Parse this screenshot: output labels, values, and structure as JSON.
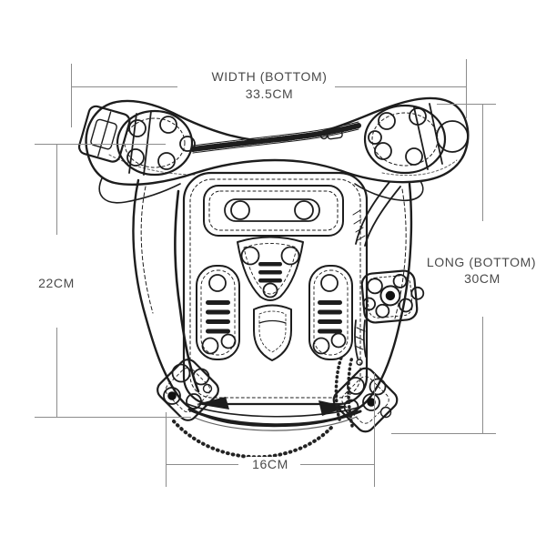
{
  "diagram": {
    "subject": "Steampunk leather waist leg bag - technical line drawing",
    "measurements": {
      "width_bottom": {
        "label": "WIDTH (BOTTOM)",
        "value": "33.5CM",
        "side": "top"
      },
      "height_side": {
        "value": "22CM",
        "side": "left"
      },
      "long_bottom": {
        "label": "LONG (BOTTOM)",
        "value": "30CM",
        "side": "right"
      },
      "base_width": {
        "value": "16CM",
        "side": "bottom"
      }
    },
    "colors": {
      "background": "#ffffff",
      "dimension_line": "#8c8c8c",
      "label_text": "#4a4a4a",
      "ink": "#1d1d1d"
    }
  }
}
